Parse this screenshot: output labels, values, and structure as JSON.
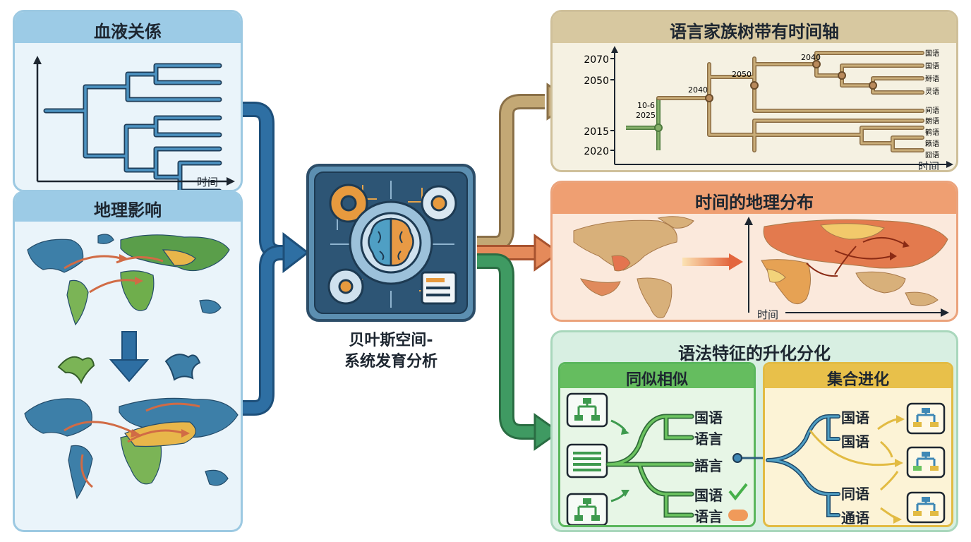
{
  "left": {
    "blood_title": "血液关係",
    "blood_axis_label": "时间",
    "geo_title": "地理影响"
  },
  "center": {
    "label_line1": "贝叶斯空间-",
    "label_line2": "系统发育分析"
  },
  "tree_panel": {
    "title": "语言家族树带有时间轴",
    "axis_label": "时间",
    "y_ticks": [
      "2070",
      "2050",
      "2015",
      "2020"
    ],
    "node_labels": [
      "2040",
      "2050",
      "2040",
      "10-6",
      "2025"
    ],
    "leaves": [
      "国语",
      "国语",
      "掰语",
      "灵语",
      "间语",
      "朗语",
      "鹤语",
      "籁语",
      "囧语"
    ]
  },
  "geo_panel": {
    "title": "时间的地理分布",
    "axis_label": "时间"
  },
  "grammar_panel": {
    "title": "语法特征的升化分化",
    "left_title": "同似相似",
    "right_title": "集合进化",
    "left_labels": [
      "国语",
      "语言",
      "語言",
      "国语",
      "语言"
    ],
    "right_labels": [
      "国语",
      "国语",
      "同语",
      "通语"
    ]
  },
  "colors": {
    "blue_arrow": "#2e6fa3",
    "tan_arrow": "#c3a875",
    "orange_arrow": "#e58a5a",
    "green_arrow": "#3f9a62",
    "tree_line": "#2f5f80"
  }
}
